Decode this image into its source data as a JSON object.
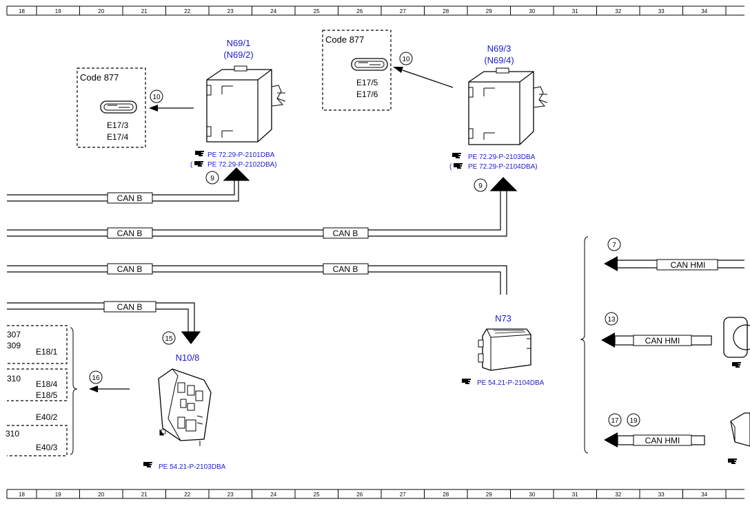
{
  "grid": {
    "columns": [
      "18",
      "19",
      "20",
      "21",
      "22",
      "23",
      "24",
      "25",
      "26",
      "27",
      "28",
      "29",
      "30",
      "31",
      "32",
      "33",
      "34"
    ]
  },
  "colors": {
    "line": "#000000",
    "component_label": "#1a1acc",
    "reference_text": "#1a1acc"
  },
  "components": {
    "n69_1": {
      "name": "N69/1",
      "alt": "(N69/2)",
      "ref1": "PE 72.29-P-2101DBA",
      "ref2": "PE 72.29-P-2102DBA)"
    },
    "n69_3": {
      "name": "N69/3",
      "alt": "(N69/4)",
      "ref1": "PE 72.29-P-2103DBA",
      "ref2": "PE 72.29-P-2104DBA)"
    },
    "n73": {
      "name": "N73",
      "ref": "PE 54.21-P-2104DBA"
    },
    "n10_8": {
      "name": "N10/8",
      "ref": "PE 54.21-P-2103DBA"
    }
  },
  "code_boxes": {
    "left": {
      "title": "Code 877",
      "line1": "E17/3",
      "line2": "E17/4"
    },
    "right": {
      "title": "Code 877",
      "line1": "E17/5",
      "line2": "E17/6"
    }
  },
  "bus_labels": {
    "can_b": "CAN B",
    "can_hmi": "CAN HMI"
  },
  "callouts": {
    "c10a": "10",
    "c10b": "10",
    "c9a": "9",
    "c9b": "9",
    "c15": "15",
    "c16": "16",
    "c7": "7",
    "c13": "13",
    "c17": "17",
    "c19": "19"
  },
  "fuse_list": {
    "g1_a": "307",
    "g1_b": "309",
    "g1_c": "E18/1",
    "g2_a": "310",
    "g2_b": "E18/4",
    "g2_c": "E18/5",
    "g3_a": "E40/2",
    "g4_a": "310",
    "g4_b": "E40/3"
  }
}
